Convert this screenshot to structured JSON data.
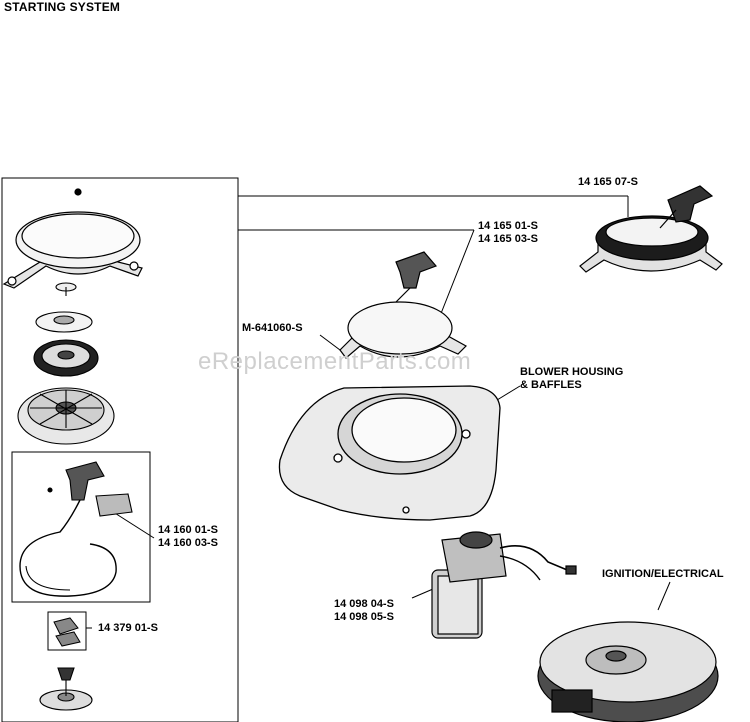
{
  "header": {
    "title": "STARTING SYSTEM"
  },
  "watermark": "eReplacementParts.com",
  "callouts": {
    "p14_165_07": [
      "14 165 07-S"
    ],
    "p14_165_01": [
      "14 165 01-S",
      "14 165 03-S"
    ],
    "m641060": [
      "M-641060-S"
    ],
    "blower": [
      "BLOWER HOUSING",
      "& BAFFLES"
    ],
    "p14_160_01": [
      "14 160 01-S",
      "14 160 03-S"
    ],
    "p14_379_01": [
      "14 379 01-S"
    ],
    "p14_098_04": [
      "14 098 04-S",
      "14 098 05-S"
    ],
    "ignition": [
      "IGNITION/ELECTRICAL"
    ]
  }
}
